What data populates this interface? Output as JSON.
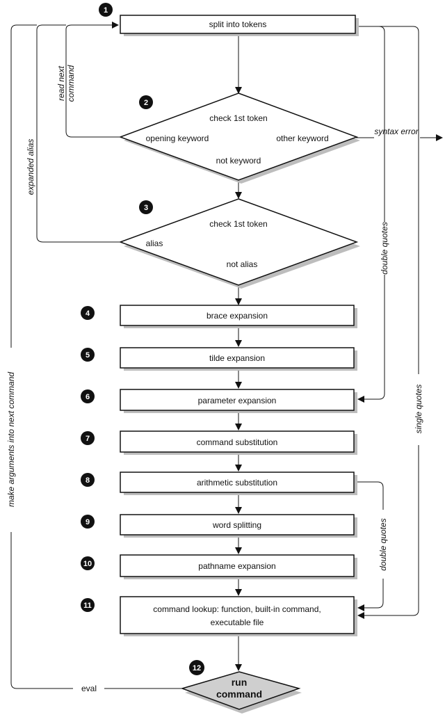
{
  "steps": {
    "split": {
      "num": "1",
      "label": "split into tokens"
    },
    "check_keyword": {
      "num": "2",
      "label": "check 1st token",
      "opening": "opening keyword",
      "other": "other keyword",
      "not": "not keyword"
    },
    "check_alias": {
      "num": "3",
      "label": "check 1st token",
      "alias": "alias",
      "not": "not alias"
    },
    "brace": {
      "num": "4",
      "label": "brace expansion"
    },
    "tilde": {
      "num": "5",
      "label": "tilde expansion"
    },
    "parameter": {
      "num": "6",
      "label": "parameter expansion"
    },
    "command_sub": {
      "num": "7",
      "label": "command substitution"
    },
    "arith_sub": {
      "num": "8",
      "label": "arithmetic substitution"
    },
    "word_split": {
      "num": "9",
      "label": "word splitting"
    },
    "pathname": {
      "num": "10",
      "label": "pathname expansion"
    },
    "lookup": {
      "num": "11",
      "line1": "command lookup: function, built-in command,",
      "line2": "executable file"
    },
    "run": {
      "num": "12",
      "line1": "run",
      "line2": "command"
    }
  },
  "edge_labels": {
    "read_next_1": "read next",
    "read_next_2": "command",
    "expanded_alias": "expanded alias",
    "syntax_error": "syntax error",
    "double_quotes_1": "double quotes",
    "double_quotes_2": "double quotes",
    "single_quotes": "single quotes",
    "make_arguments": "make arguments into next command",
    "eval": "eval"
  },
  "colors": {
    "line": "#111111",
    "badge": "#111111",
    "run_fill": "#cfcfcf",
    "shadow": "#bdbdbd"
  }
}
